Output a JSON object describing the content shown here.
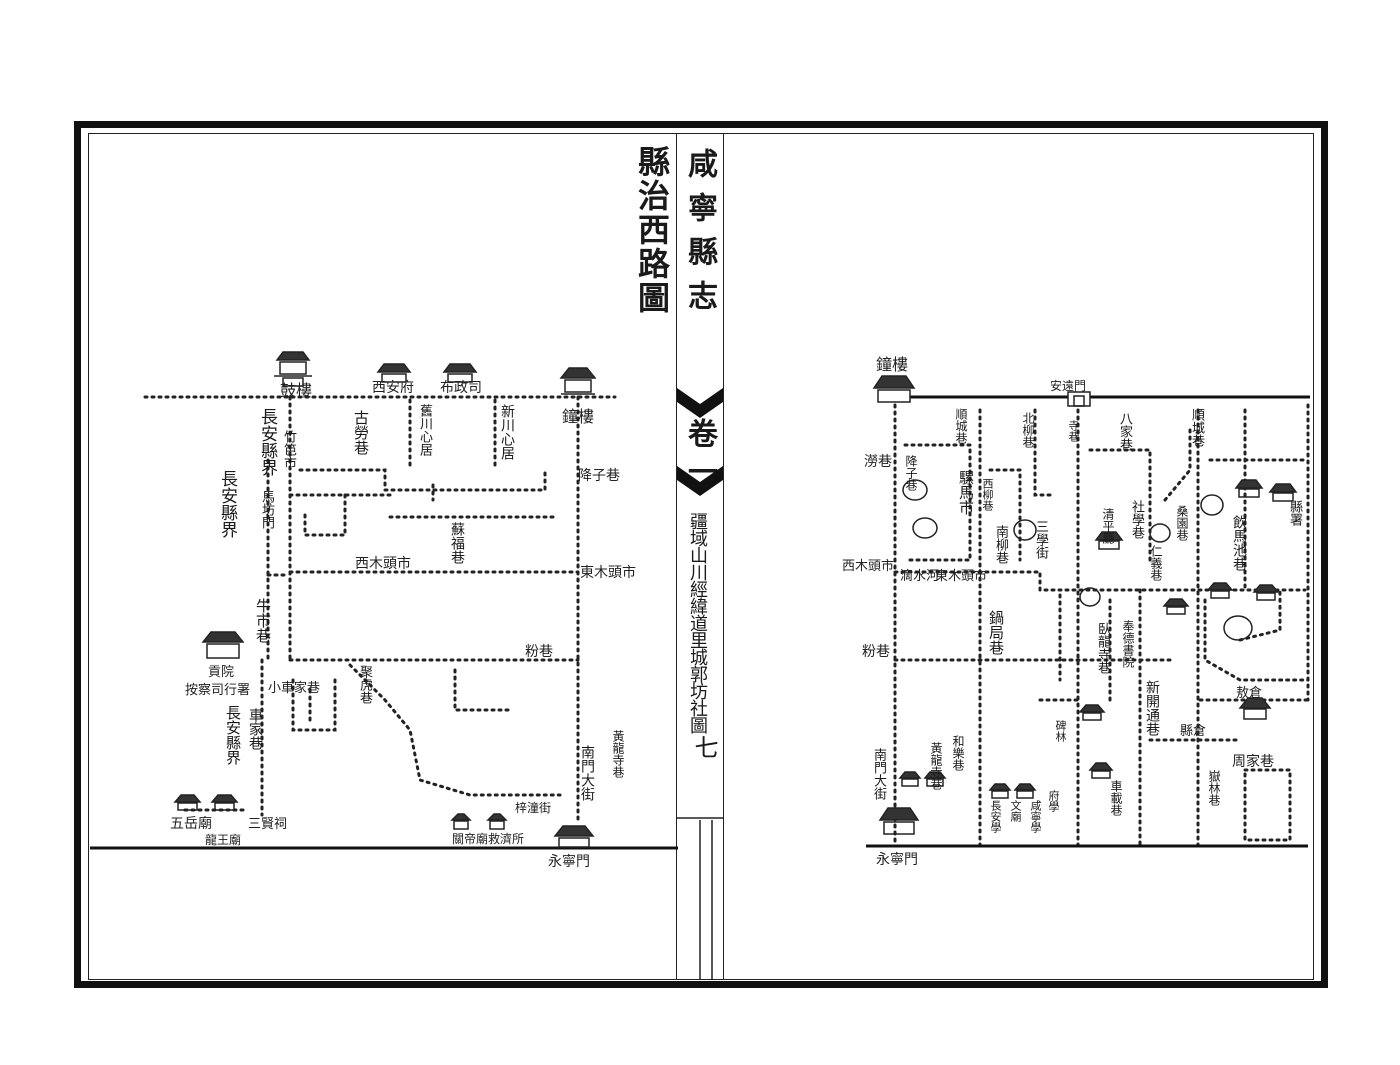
{
  "spine": {
    "book_title": "咸寧縣志",
    "volume": "卷一",
    "sections": "疆域山川經緯道里城郭坊社圖",
    "page_number": "七"
  },
  "left_map": {
    "title": "縣治西路圖",
    "labels": {
      "drum_tower": "鼓樓",
      "xian_fu": "西安府",
      "bu_zheng_si": "布政司",
      "bell_tower": "鐘樓",
      "changan_border_1": "長安縣界",
      "changan_border_2": "長安縣界",
      "changan_border_3": "長安縣界",
      "zhuba_shi": "竹笆市",
      "ma_fang_men": "馬坊門",
      "gu_lao_xiang": "古勞巷",
      "jiu_chuan_xin_ju": "舊川心居",
      "xin_chuan_xin_ju": "新川心居",
      "jiang_zi_xiang": "降子巷",
      "zhi_fu_xiang": "蘇福巷",
      "xi_mu_tou_shi": "西木頭市",
      "dong_mu_tou_shi": "東木頭市",
      "niu_shi_xiang": "牛市巷",
      "fen_xiang": "粉巷",
      "gong_yuan": "貢院",
      "an_cha_si_shu": "按察司行署",
      "xiao_che_jia_xiang": "小車家巷",
      "ju_hu_xiang": "聚虎巷",
      "che_jia_xiang": "車家巷",
      "huang_long_si": "黃龍寺巷",
      "nan_men_da_jie": "南門大街",
      "wu_yue_miao": "五岳廟",
      "long_wang_miao": "龍王廟",
      "san_xian": "三賢祠",
      "guan_di": "關帝廟",
      "jiu_zi": "救濟所",
      "zi_zi_jie": "梓潼街",
      "yong_ning_men": "永寧門"
    }
  },
  "right_map": {
    "labels": {
      "bell_tower": "鐘樓",
      "an_yuan_men": "安遠門",
      "shun_cheng_xiang": "順城巷",
      "bei_liu_xiang": "北柳巷",
      "ba_jia_xiang": "八家巷",
      "shun_cheng_xiang_2": "順城巷",
      "si_xiang": "寺巷",
      "lao_xiang": "澇巷",
      "jiang_zi_xiang": "降子巷",
      "luo_ma_shi": "騾馬市",
      "xi_liu_xiang": "西柳巷",
      "nan_liu_xiang": "南柳巷",
      "san_xue_jie": "三學街",
      "she_xue_xiang": "社學巷",
      "sang_yuan_xiang": "桑園巷",
      "ren_yi_xiang": "仁義巷",
      "yin_ma_chi_xiang": "飲馬池巷",
      "xian_shu": "縣署",
      "qing_ping": "清平廳",
      "xi_mu_tou_shi": "西木頭市",
      "dong_mu_tou_shi": "東木頭市",
      "yong_shui_he": "滴水河",
      "fen_xiang": "粉巷",
      "xian_ju_xiang": "鍋局巷",
      "wo_long_si_xiang": "臥龍寺巷",
      "feng_ji": "奉德書院",
      "xin_kai_tong_xiang": "新開通巷",
      "ku_yuan": "縣倉",
      "du_cang": "敖倉",
      "zhou_jia_xiang": "周家巷",
      "huang_long_si": "黃龍寺巷",
      "nan_men_da_jie": "南門大街",
      "he_zhu_xiang": "和樂巷",
      "fu_xue": "府學",
      "xian_xue": "咸寧學",
      "chang_an_xue": "長安學",
      "wen_miao": "文廟",
      "bei_lin": "碑林",
      "yong_ning_men": "永寧門",
      "che_zai_xiang": "車載巷",
      "yue_lin_xiang": "嶽林巷"
    }
  }
}
